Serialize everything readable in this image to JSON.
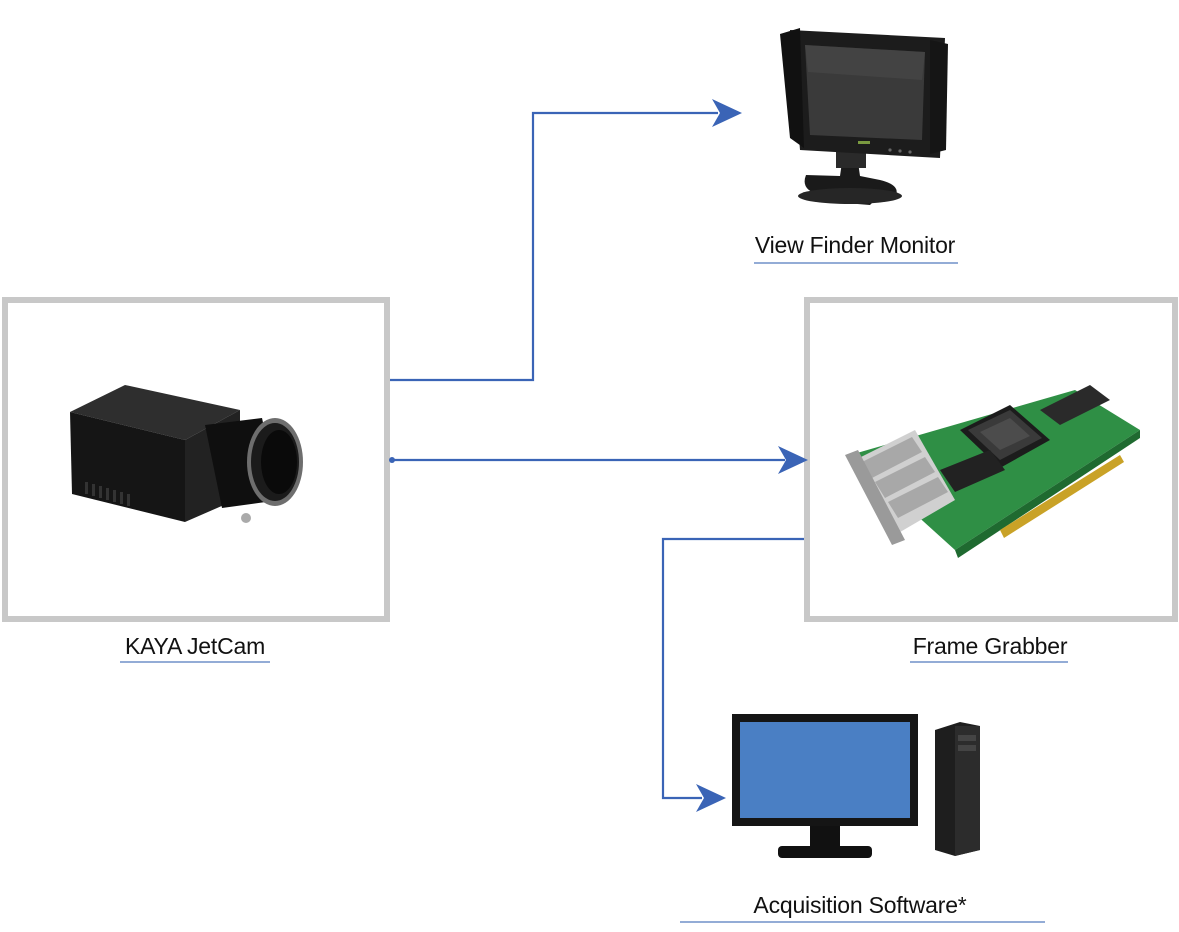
{
  "nodes": {
    "camera": {
      "label": "KAYA JetCam"
    },
    "monitor": {
      "label": "View Finder Monitor"
    },
    "grabber": {
      "label": "Frame Grabber"
    },
    "pc": {
      "label": "Acquisition Software*"
    }
  },
  "colors": {
    "connector": "#3a64b6",
    "frame": "#c8c8c8",
    "underline": "#93acd6",
    "screen": "#4a7fc4"
  }
}
